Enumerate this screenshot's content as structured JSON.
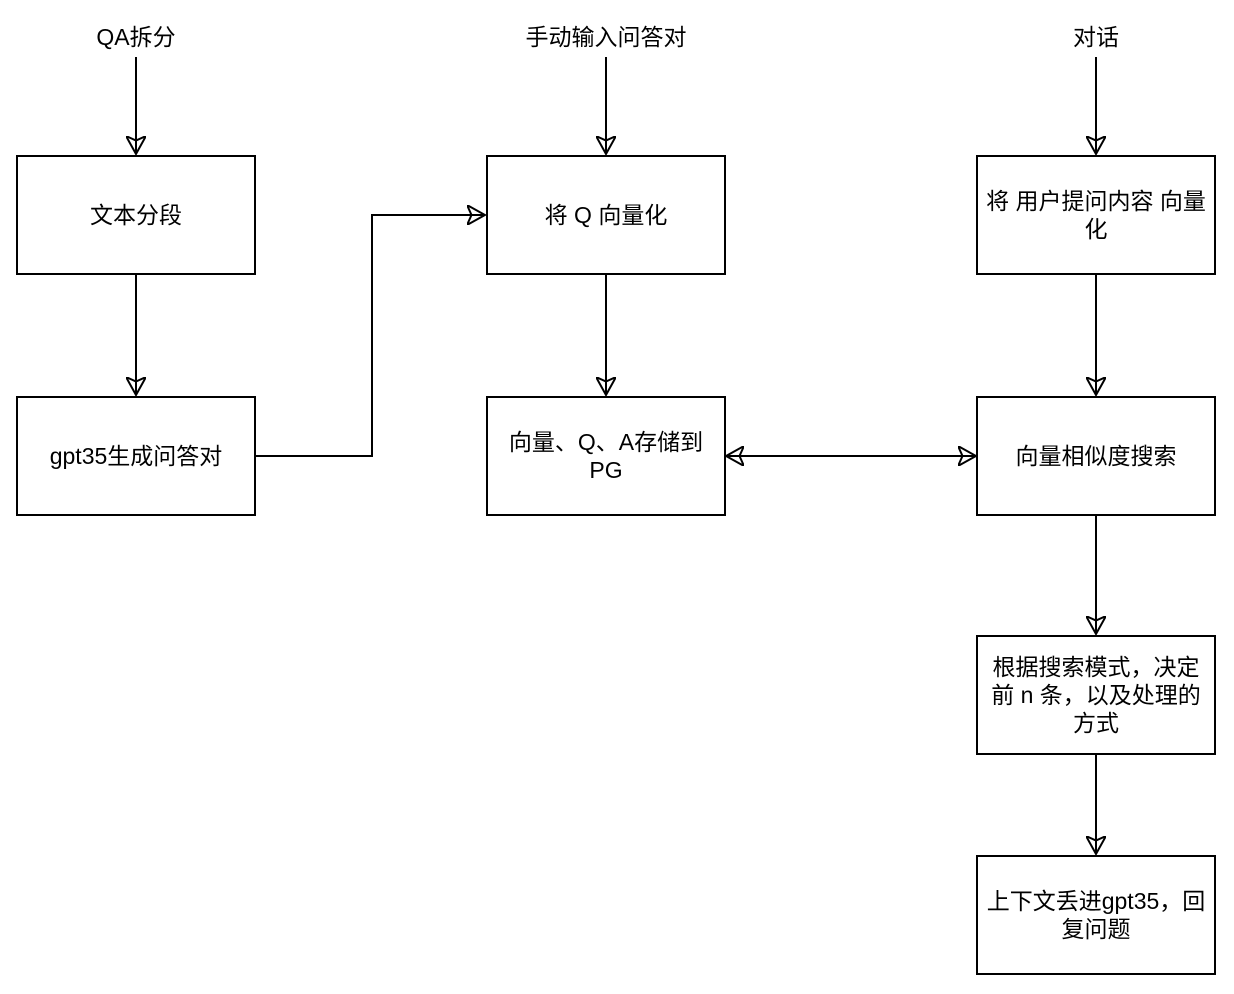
{
  "diagram": {
    "colors": {
      "line": "#000000",
      "text": "#000000",
      "node_background": "#ffffff",
      "node_border": "#000000"
    },
    "entry_labels": {
      "qa_split": "QA拆分",
      "manual_input": "手动输入问答对",
      "chat": "对话"
    },
    "nodes": {
      "text_segment": "文本分段",
      "gpt35_generate": "gpt35生成问答对",
      "vectorize_q": "将 Q 向量化",
      "store_pg": "向量、Q、A存储到PG",
      "vectorize_user": "将 用户提问内容 向量化",
      "similarity_search": "向量相似度搜索",
      "search_mode": "根据搜索模式，决定前 n 条，以及处理的方式",
      "gpt35_reply": "上下文丢进gpt35，回复问题"
    },
    "edges": [
      {
        "from": "qa_split",
        "to": "text_segment",
        "direction": "one-way"
      },
      {
        "from": "text_segment",
        "to": "gpt35_generate",
        "direction": "one-way"
      },
      {
        "from": "gpt35_generate",
        "to": "vectorize_q",
        "direction": "one-way"
      },
      {
        "from": "manual_input",
        "to": "vectorize_q",
        "direction": "one-way"
      },
      {
        "from": "vectorize_q",
        "to": "store_pg",
        "direction": "one-way"
      },
      {
        "from": "store_pg",
        "to": "similarity_search",
        "direction": "two-way"
      },
      {
        "from": "chat",
        "to": "vectorize_user",
        "direction": "one-way"
      },
      {
        "from": "vectorize_user",
        "to": "similarity_search",
        "direction": "one-way"
      },
      {
        "from": "similarity_search",
        "to": "search_mode",
        "direction": "one-way"
      },
      {
        "from": "search_mode",
        "to": "gpt35_reply",
        "direction": "one-way"
      }
    ]
  }
}
